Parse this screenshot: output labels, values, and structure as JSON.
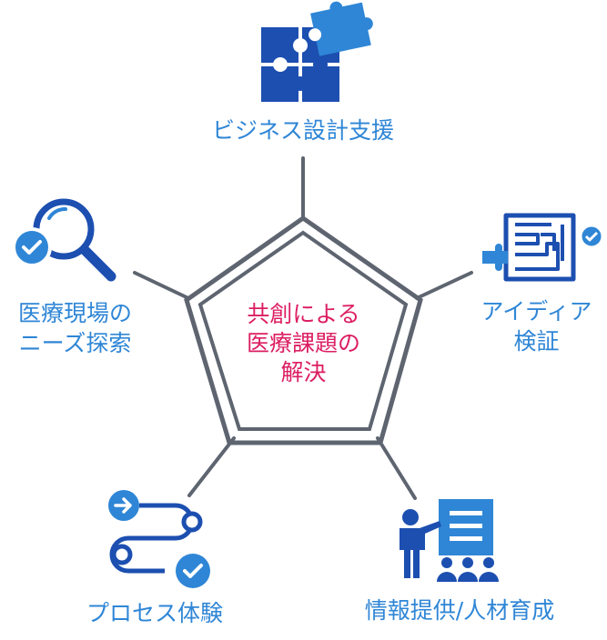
{
  "center": {
    "lines": [
      "共創による",
      "医療課題の",
      "解決"
    ]
  },
  "nodes": [
    {
      "id": "top",
      "icon": "puzzle-icon",
      "lines": [
        "ビジネス設計支援"
      ]
    },
    {
      "id": "right",
      "icon": "maze-check-icon",
      "lines": [
        "アイディア",
        "検証"
      ]
    },
    {
      "id": "bottom-right",
      "icon": "presentation-icon",
      "lines": [
        "情報提供/人材育成"
      ]
    },
    {
      "id": "bottom-left",
      "icon": "process-flow-icon",
      "lines": [
        "プロセス体験"
      ]
    },
    {
      "id": "left",
      "icon": "magnifier-check-icon",
      "lines": [
        "医療現場の",
        "ニーズ探索"
      ]
    }
  ],
  "colors": {
    "label": "#2f86d6",
    "icon_dark": "#1c4fb0",
    "icon_light": "#2f86d6",
    "center_text": "#dc1e62",
    "frame": "#5e6570"
  }
}
